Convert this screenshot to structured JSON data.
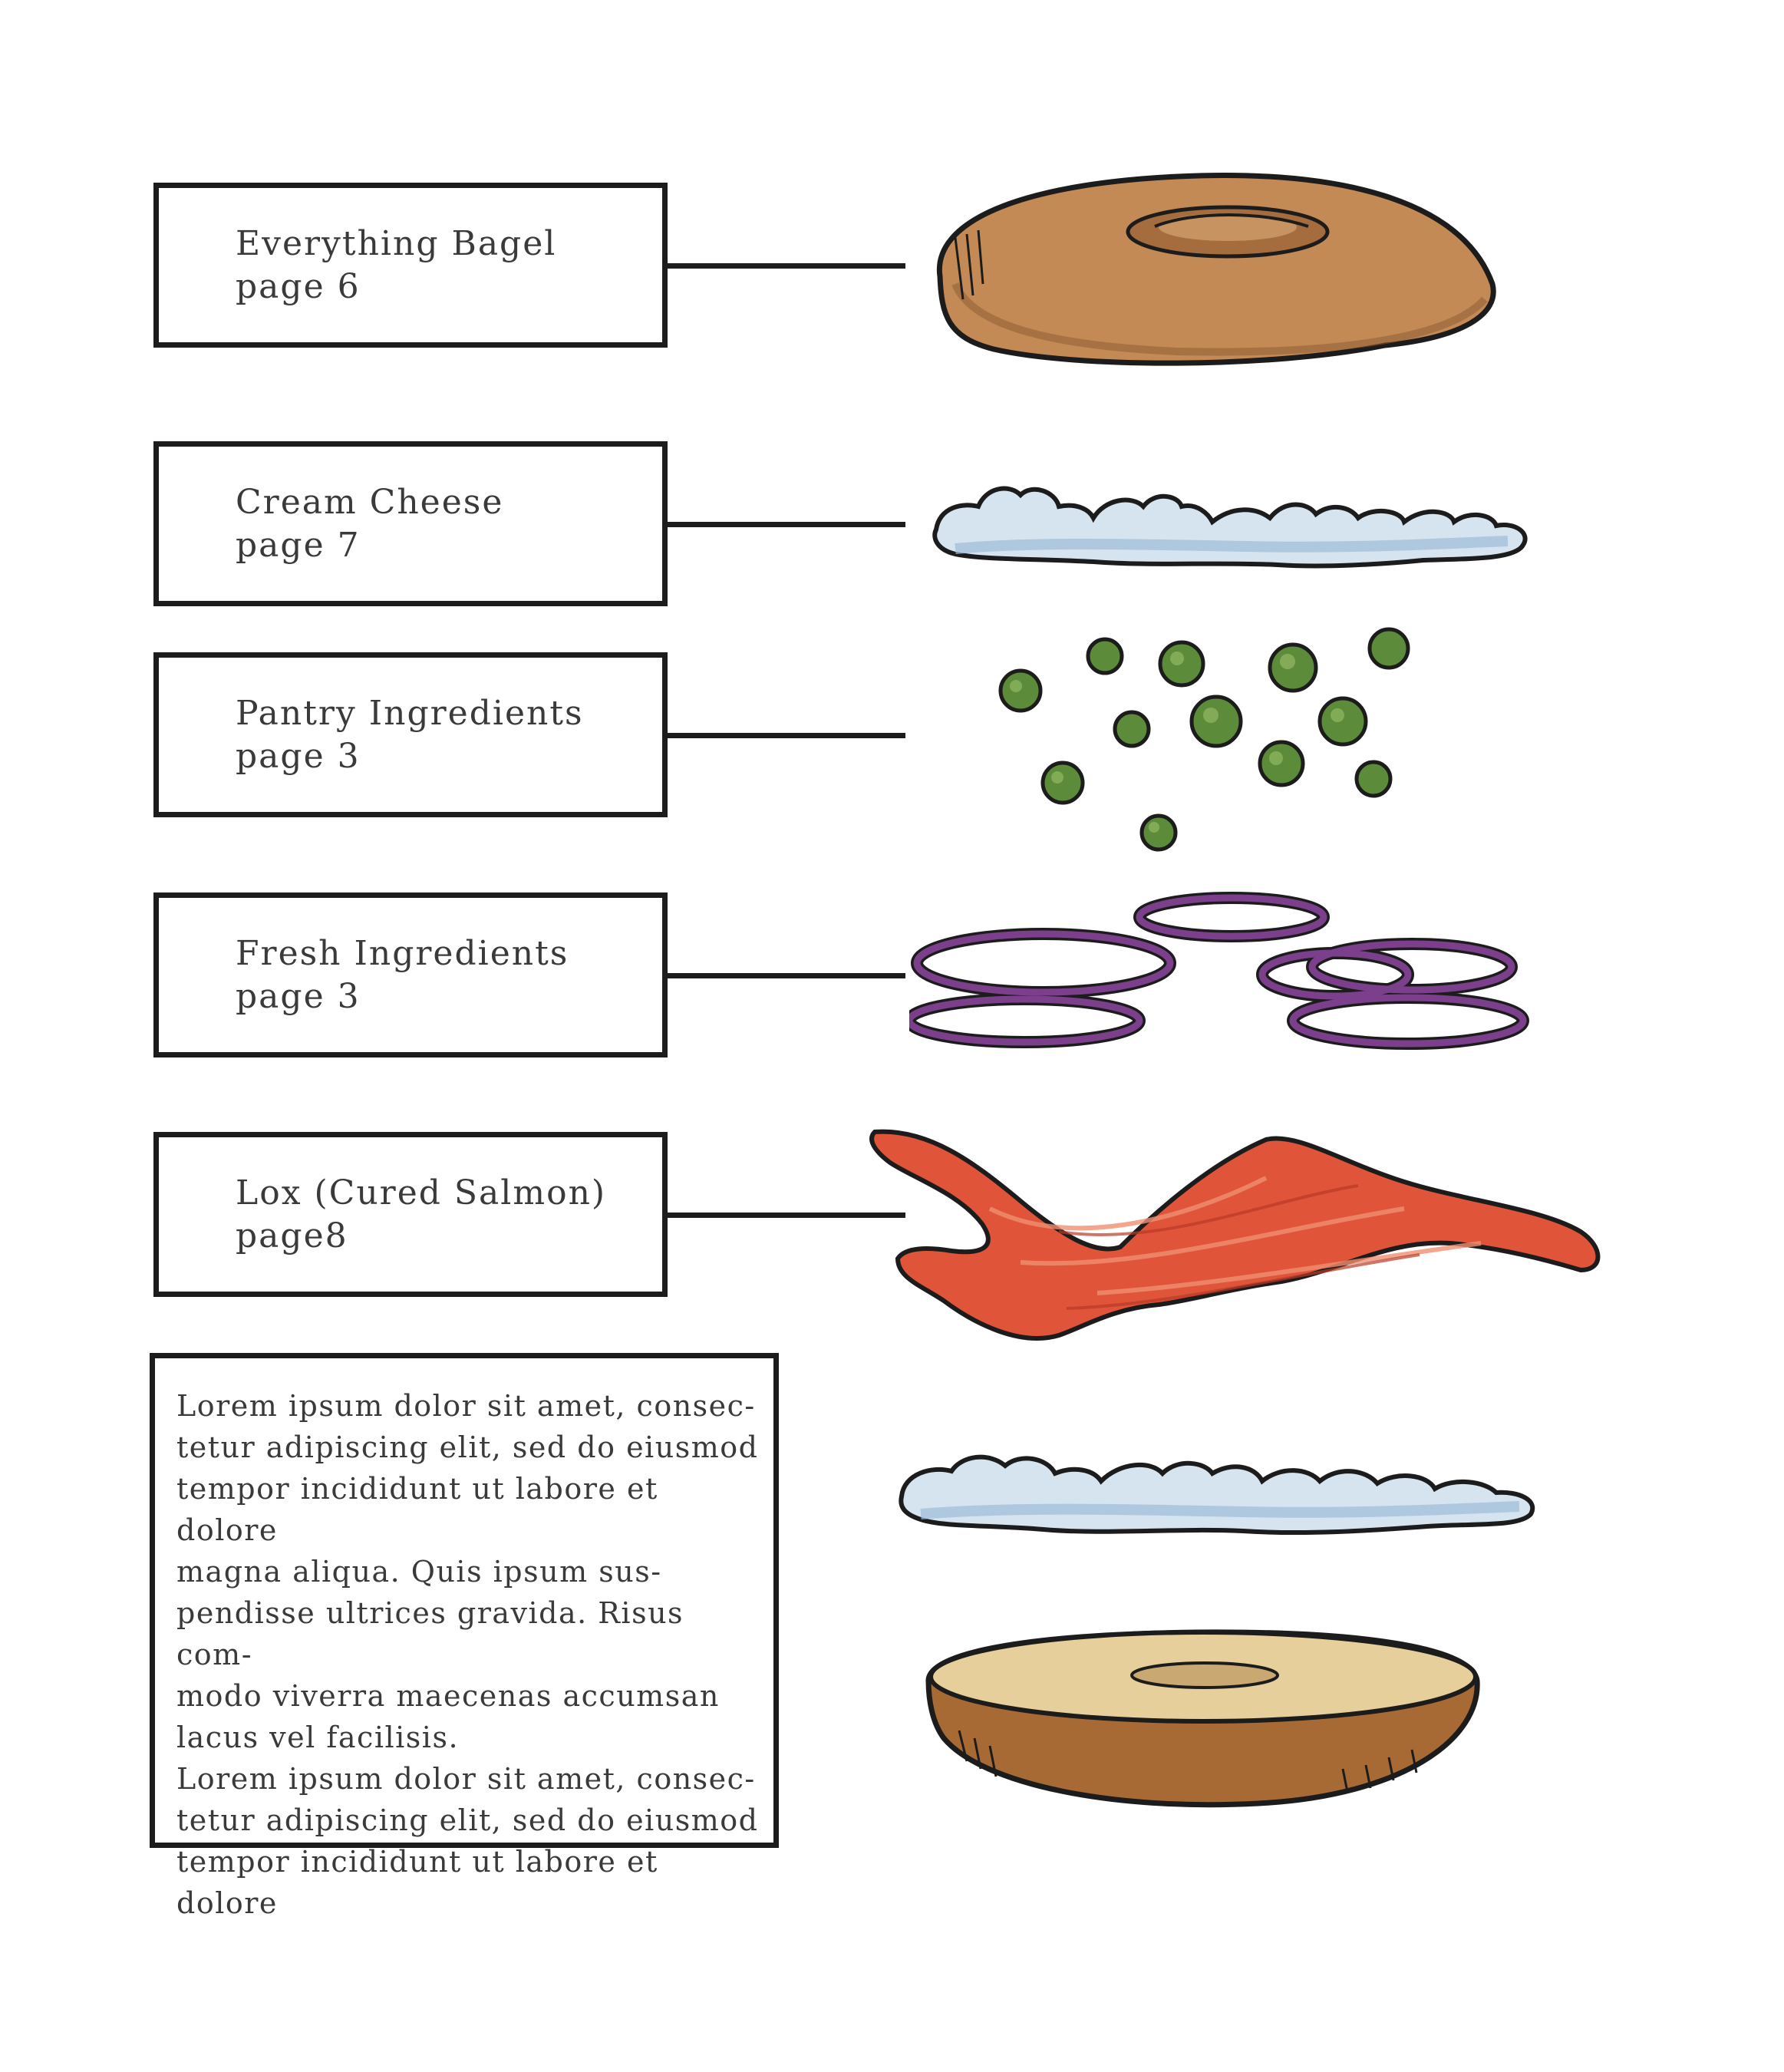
{
  "layers": [
    {
      "id": "bagel",
      "name": "Everything Bagel",
      "page": "page 6",
      "illustration": "bagel-top-icon"
    },
    {
      "id": "cream",
      "name": "Cream Cheese",
      "page": "page 7",
      "illustration": "cream-cheese-icon"
    },
    {
      "id": "pantry",
      "name": "Pantry Ingredients",
      "page": "page 3",
      "illustration": "capers-icon"
    },
    {
      "id": "fresh",
      "name": "Fresh Ingredients",
      "page": "page 3",
      "illustration": "red-onion-rings-icon"
    },
    {
      "id": "lox",
      "name": "Lox (Cured Salmon)",
      "page": "page8",
      "illustration": "salmon-slices-icon"
    }
  ],
  "description": "Lorem ipsum dolor sit amet, consec-\ntetur adipiscing elit, sed do eiusmod\ntempor incididunt ut labore et dolore\nmagna aliqua. Quis ipsum sus-\npendisse ultrices gravida. Risus com-\nmodo viverra maecenas accumsan\nlacus vel facilisis.\nLorem ipsum dolor sit amet, consec-\ntetur adipiscing elit, sed do eiusmod\ntempor incididunt ut labore et dolore",
  "extra_illustrations": [
    "cream-cheese-bottom-icon",
    "bagel-bottom-icon"
  ],
  "colors": {
    "outline": "#1c1c1c",
    "bagel": "#c48a55",
    "bagel_inner": "#e6cf9a",
    "cream": "#bcd3e6",
    "caper": "#5c8c3a",
    "onion": "#7b3f8c",
    "salmon": "#e0553a"
  }
}
